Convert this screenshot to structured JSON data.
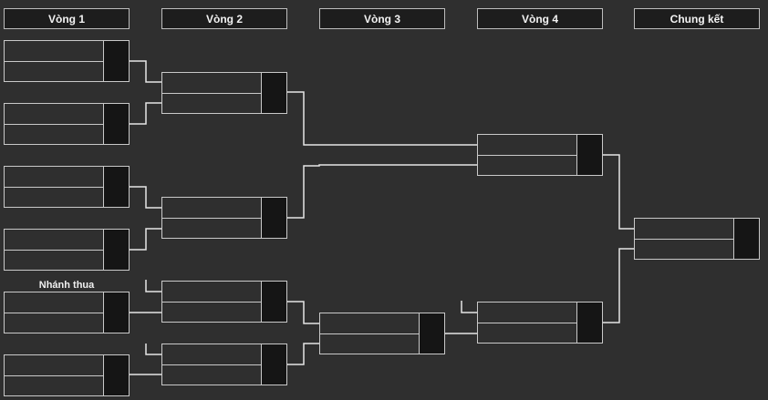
{
  "rounds": [
    "Vòng 1",
    "Vòng 2",
    "Vòng 3",
    "Vòng 4",
    "Chung kết"
  ],
  "loser_bracket_label": "Nhánh thua",
  "matches": {
    "r1_m1": {
      "p1": "",
      "s1": "",
      "p2": "",
      "s2": ""
    },
    "r1_m2": {
      "p1": "",
      "s1": "",
      "p2": "",
      "s2": ""
    },
    "r1_m3": {
      "p1": "",
      "s1": "",
      "p2": "",
      "s2": ""
    },
    "r1_m4": {
      "p1": "",
      "s1": "",
      "p2": "",
      "s2": ""
    },
    "r1_m5": {
      "p1": "",
      "s1": "",
      "p2": "",
      "s2": ""
    },
    "r1_m6": {
      "p1": "",
      "s1": "",
      "p2": "",
      "s2": ""
    },
    "r2_m1": {
      "p1": "",
      "s1": "",
      "p2": "",
      "s2": ""
    },
    "r2_m2": {
      "p1": "",
      "s1": "",
      "p2": "",
      "s2": ""
    },
    "r2_m3": {
      "p1": "",
      "s1": "",
      "p2": "",
      "s2": ""
    },
    "r2_m4": {
      "p1": "",
      "s1": "",
      "p2": "",
      "s2": ""
    },
    "r3_m1": {
      "p1": "",
      "s1": "",
      "p2": "",
      "s2": ""
    },
    "r4_m1": {
      "p1": "",
      "s1": "",
      "p2": "",
      "s2": ""
    },
    "r4_m2": {
      "p1": "",
      "s1": "",
      "p2": "",
      "s2": ""
    },
    "final": {
      "p1": "",
      "s1": "",
      "p2": "",
      "s2": ""
    }
  }
}
